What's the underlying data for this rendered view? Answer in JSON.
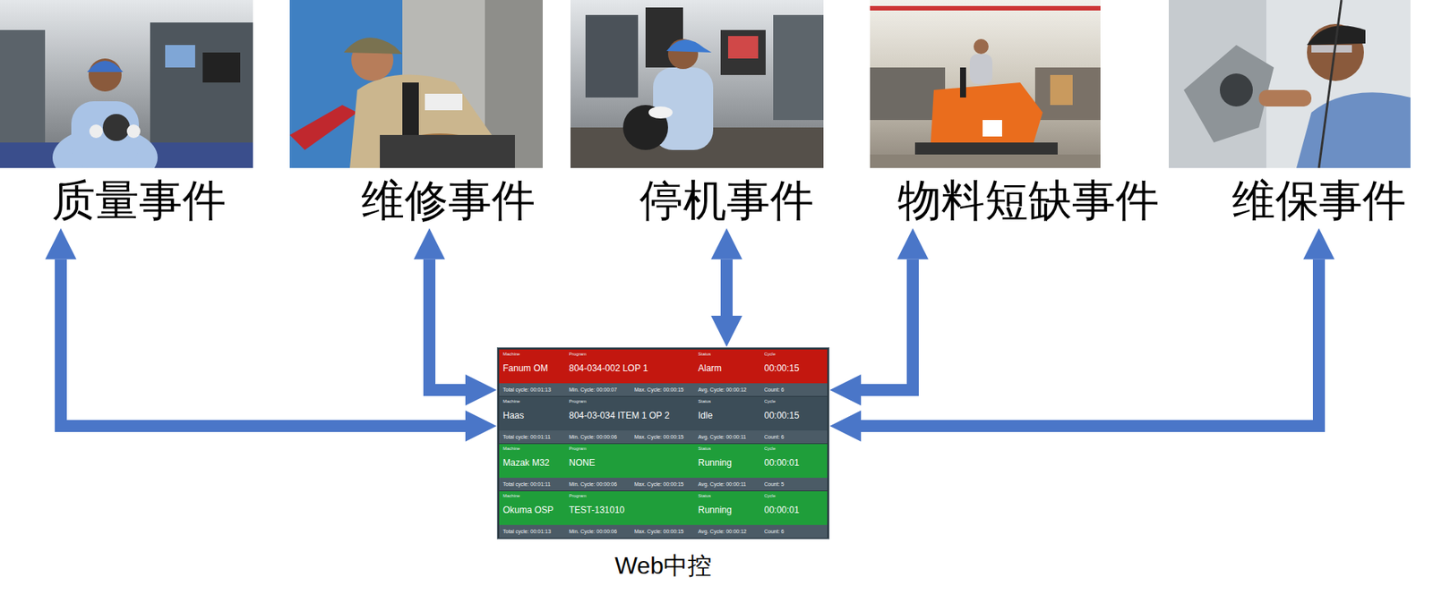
{
  "diagram": {
    "nodes": [
      {
        "text": [
          "质量事件"
        ]
      },
      {
        "text": [
          "维修事件"
        ]
      },
      {
        "text": [
          "停机事件"
        ]
      },
      {
        "text": [
          "物料短缺事件"
        ]
      },
      {
        "text": [
          "维保事件"
        ]
      },
      {
        "text": [
          "Web中控"
        ]
      }
    ],
    "edges": [
      {
        "from": 0,
        "to": 5,
        "arrow": "both"
      },
      {
        "from": 1,
        "to": 5,
        "arrow": "both"
      },
      {
        "from": 2,
        "to": 5,
        "arrow": "both"
      },
      {
        "from": 3,
        "to": 5,
        "arrow": "both"
      },
      {
        "from": 4,
        "to": 5,
        "arrow": "both"
      }
    ],
    "labels": [
      "Machine",
      "Program",
      "Status",
      "Cycle",
      "Fanum OM",
      "804-034-002 LOP 1",
      "Alarm",
      "00:00:15",
      "Total cycle: 00:01:13",
      "Min. Cycle: 00:00:07",
      "Max. Cycle: 00:00:15",
      "Avg. Cycle: 00:00:12",
      "Count: 6",
      "Machine",
      "Program",
      "Status",
      "Cycle",
      "Haas",
      "804-03-034 ITEM 1 OP 2",
      "Idle",
      "00:00:15",
      "Total cycle: 00:01:11",
      "Min. Cycle: 00:00:06",
      "Max. Cycle: 00:00:15",
      "Avg. Cycle: 00:00:11",
      "Count: 6",
      "Machine",
      "Program",
      "Status",
      "Cycle",
      "Mazak M32",
      "NONE",
      "Running",
      "00:00:01",
      "Total cycle: 00:01:11",
      "Min. Cycle: 00:00:06",
      "Max. Cycle: 00:00:15",
      "Avg. Cycle: 00:00:11",
      "Count: 5",
      "Machine",
      "Program",
      "Status",
      "Cycle",
      "Okuma OSP",
      "TEST-131010",
      "Running",
      "00:00:01",
      "Total cycle: 00:01:13",
      "Min. Cycle: 00:00:06",
      "Max. Cycle: 00:00:15",
      "Avg. Cycle: 00:00:12",
      "Count: 6"
    ]
  }
}
